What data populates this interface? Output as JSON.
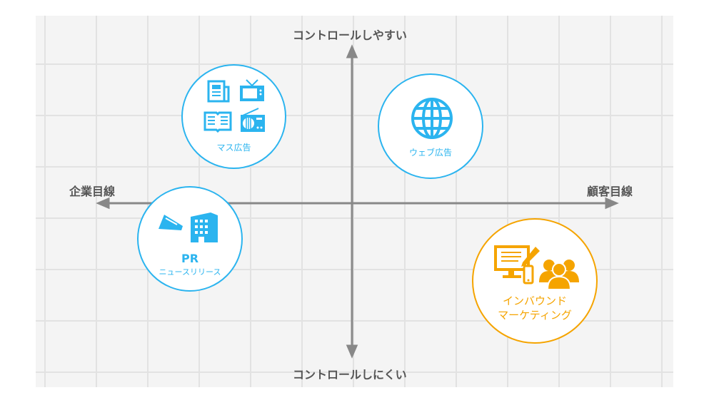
{
  "axes": {
    "top": "コントロールしやすい",
    "bottom": "コントロールしにくい",
    "left": "企業目線",
    "right": "顧客目線"
  },
  "items": [
    {
      "label": "マス広告",
      "icons": [
        "newspaper-icon",
        "tv-icon",
        "book-icon",
        "radio-icon"
      ]
    },
    {
      "label": "ウェブ広告",
      "icons": [
        "globe-icon"
      ]
    },
    {
      "label": "PR",
      "sublabel": "ニュースリリース",
      "icons": [
        "megaphone-icon",
        "building-icon"
      ]
    },
    {
      "label": "インバウンド",
      "label2": "マーケティング",
      "icons": [
        "monitor-pencil-icon",
        "smartphone-icon",
        "users-icon"
      ]
    }
  ],
  "colors": {
    "blue": "#2bb4ef",
    "orange": "#f5a400",
    "axis": "#888888"
  }
}
